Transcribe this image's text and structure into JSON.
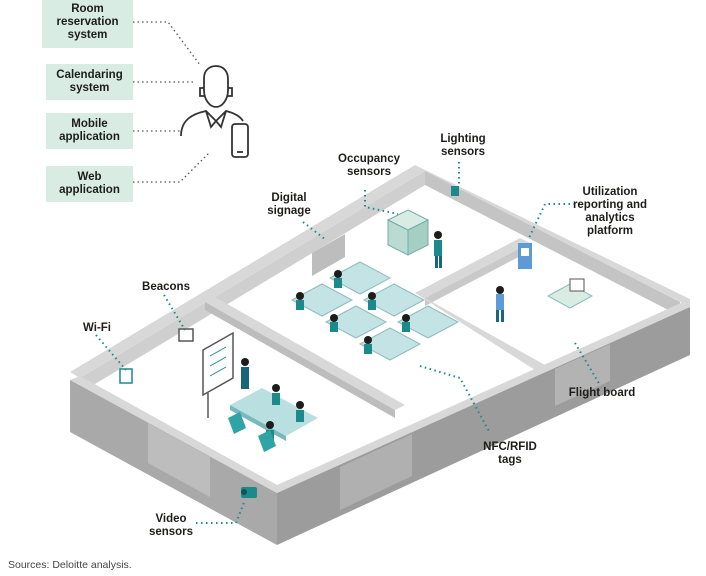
{
  "systems": {
    "room_reservation": "Room reservation system",
    "calendaring": "Calendaring system",
    "mobile_app": "Mobile application",
    "web_app": "Web application"
  },
  "labels": {
    "occupancy": "Occupancy sensors",
    "lighting": "Lighting sensors",
    "signage": "Digital signage",
    "utilization": "Utilization reporting and analytics platform",
    "beacons": "Beacons",
    "wifi": "Wi-Fi",
    "flight_board": "Flight board",
    "nfc": "NFC/RFID tags",
    "video": "Video sensors"
  },
  "footer": {
    "source": "Sources: Deloitte analysis."
  },
  "colors": {
    "accent": "#1b8a8c",
    "box": "#d9ece3",
    "wall": "#b4b4b4",
    "floor": "#ffffff"
  }
}
